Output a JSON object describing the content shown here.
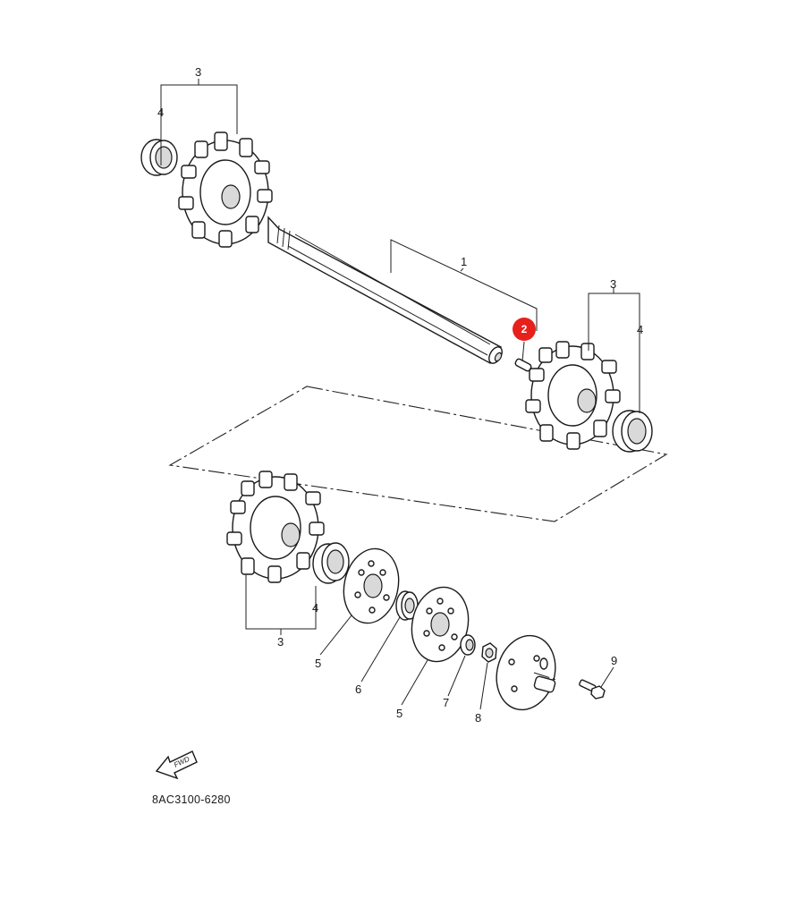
{
  "diagram": {
    "drawing_code": "8AC3100-6280",
    "fwd_label": "FWD",
    "highlight_color": "#e8201c",
    "callouts": {
      "shaft": "1",
      "pin": "2",
      "sprocket_top_left": "3",
      "bearing_top_left": "4",
      "sprocket_right": "3",
      "bearing_right": "4",
      "sprocket_lower": "3",
      "bearing_lower": "4",
      "plate_front": "5",
      "bearing_6": "6",
      "plate_rear": "5",
      "washer_7": "7",
      "nut_8": "8",
      "bolt_9": "9"
    },
    "highlighted_callout": "2"
  }
}
